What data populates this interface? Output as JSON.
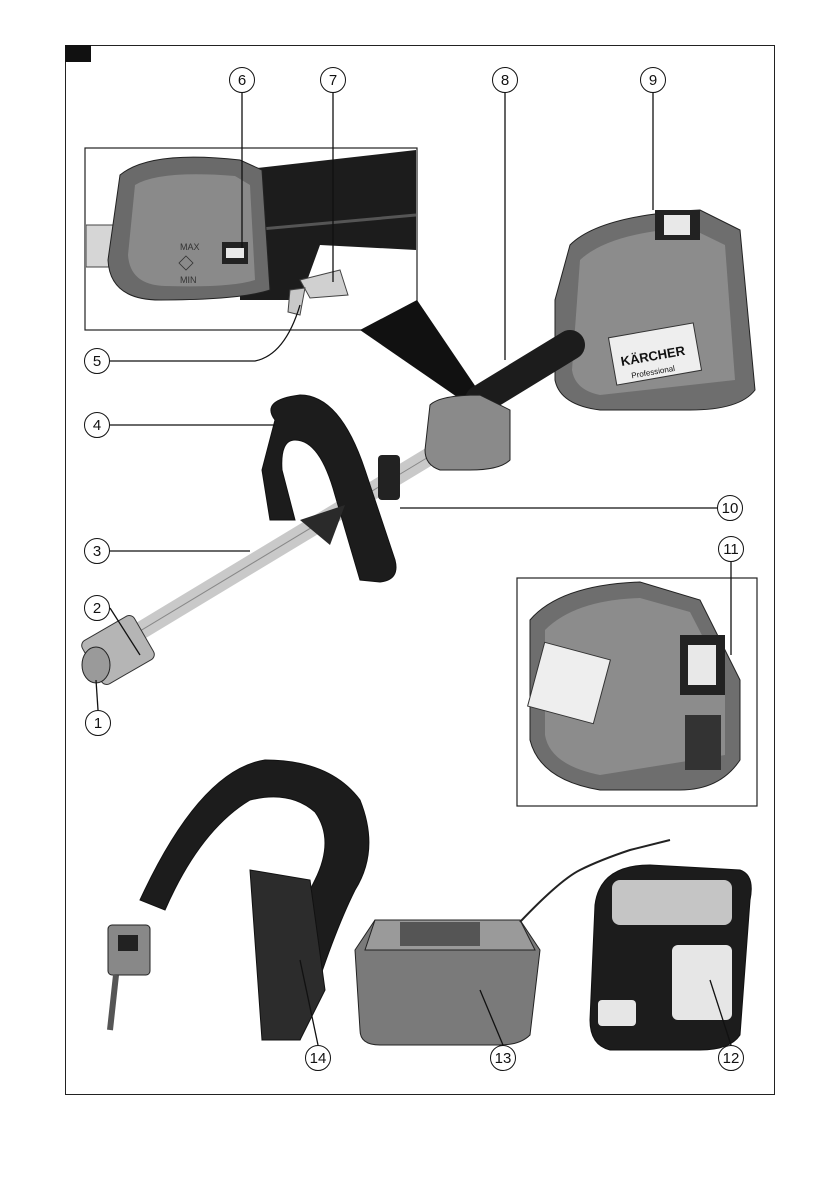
{
  "page_marker": "black-square",
  "callouts": {
    "c1": "1",
    "c2": "2",
    "c3": "3",
    "c4": "4",
    "c5": "5",
    "c6": "6",
    "c7": "7",
    "c8": "8",
    "c9": "9",
    "c10": "10",
    "c11": "11",
    "c12": "12",
    "c13": "13",
    "c14": "14"
  },
  "labels": {
    "max": "MAX",
    "min": "MIN",
    "brand": "KÄRCHER",
    "brand_sub": "Professional"
  },
  "colors": {
    "body_dark": "#3a3a3a",
    "body_mid": "#6e6e6e",
    "body_light": "#b8b8b8",
    "shaft": "#c9c9c9"
  }
}
